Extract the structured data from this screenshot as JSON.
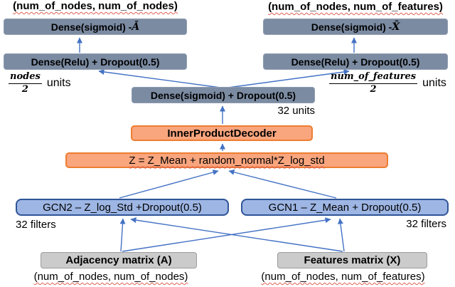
{
  "left_branch": {
    "output_shape": "(num_of_nodes, num_of_nodes)",
    "dense_sigmoid_prefix": "Dense(sigmoid) - ",
    "dense_sigmoid_symbol": "Ā",
    "dense_relu": "Dense(Relu) + Dropout(0.5)",
    "units_numerator": "nodes",
    "units_denominator": "2",
    "units_suffix": "units"
  },
  "right_branch": {
    "output_shape": "(num_of_nodes, num_of_features)",
    "dense_sigmoid_prefix": "Dense(sigmoid) - ",
    "dense_sigmoid_symbol": "X̄",
    "dense_relu": "Dense(Relu) + Dropout(0.5)",
    "units_numerator": "num_of_features",
    "units_denominator": "2",
    "units_suffix": "units"
  },
  "decoder": {
    "dense_sigmoid": "Dense(sigmoid) + Dropout(0.5)",
    "dense_units": "32 units",
    "inner_product": "InnerProductDecoder",
    "sampling": "Z = Z_Mean + random_normal*Z_log_std"
  },
  "encoder": {
    "gcn2_label": "GCN2 – Z_log_Std +Dropout(0.5)",
    "gcn2_filters": "32 filters",
    "gcn1_label": "GCN1 – Z_Mean + Dropout(0.5)",
    "gcn1_filters": "32 filters"
  },
  "inputs": {
    "adjacency_label": "Adjacency matrix (A)",
    "adjacency_shape": "(num_of_nodes, num_of_nodes)",
    "features_label": "Features matrix (X)",
    "features_shape": "(num_of_nodes, num_of_features)"
  },
  "colors": {
    "arrow": "#4472C4",
    "dense_fill": "#7b8ba2",
    "gcn_fill": "#9eb6e4",
    "gcn_border": "#2f5597",
    "orange_fill": "#f9a57e",
    "orange_border": "#ed7d31",
    "input_fill": "#cbcbcb"
  }
}
